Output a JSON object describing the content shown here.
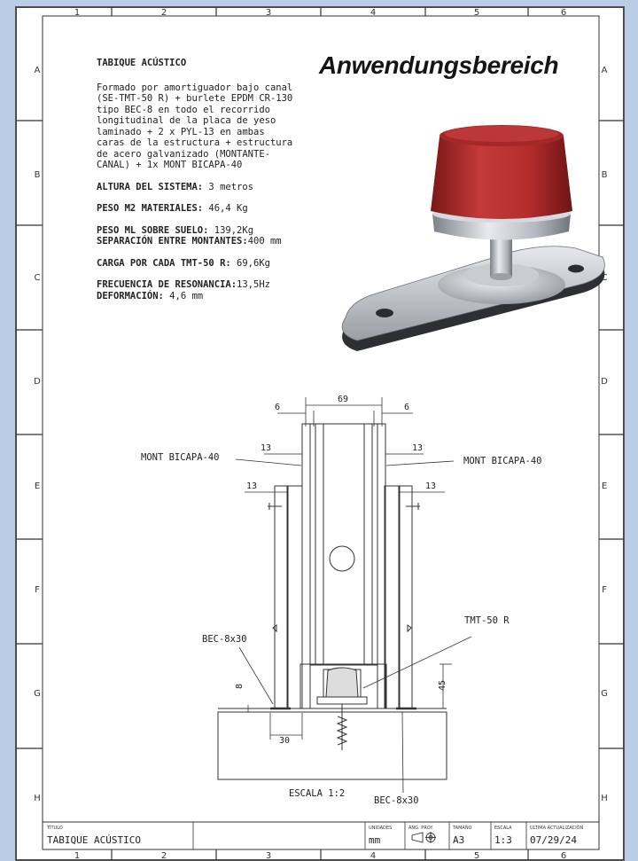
{
  "frame": {
    "columns": [
      "1",
      "2",
      "3",
      "4",
      "5",
      "6"
    ],
    "rows": [
      "A",
      "B",
      "C",
      "D",
      "E",
      "F",
      "G",
      "H"
    ]
  },
  "brand": "Anwendungsbereich",
  "notes": {
    "title": "TABIQUE ACÚSTICO",
    "intro_lines": [
      "Formado por amortiguador bajo canal",
      "(SE-TMT-50 R) + burlete EPDM CR-130",
      "tipo BEC-8 en todo el recorrido",
      "longitudinal de la placa de yeso",
      "laminado + 2 x PYL-13 en ambas",
      "caras de la estructura + estructura",
      "de acero galvanizado (MONTANTE-",
      "CANAL) + 1x MONT BICAPA-40"
    ],
    "altura_label": "ALTURA DEL SISTEMA:",
    "altura_value": " 3 metros",
    "peso_m2_label": "PESO M2 MATERIALES:",
    "peso_m2_value": " 46,4 Kg",
    "peso_ml_label": "PESO ML SOBRE SUELO:",
    "peso_ml_value": " 139,2Kg",
    "separacion_label": "SEPARACIÓN ENTRE MONTANTES:",
    "separacion_value": "400 mm",
    "carga_label": "CARGA POR CADA TMT-50 R:",
    "carga_value": " 69,6Kg",
    "frecuencia_label": "FRECUENCIA DE RESONANCIA:",
    "frecuencia_value": "13,5Hz",
    "deformacion_label": "DEFORMACIÓN:",
    "deformacion_value": " 4,6 mm"
  },
  "drawing": {
    "dim_69": "69",
    "dim_6_left": "6",
    "dim_6_right": "6",
    "dim_13_left_top": "13",
    "dim_13_right_top": "13",
    "dim_13_left_mid": "13",
    "dim_13_right_mid": "13",
    "dim_8": "8",
    "dim_45": "45",
    "dim_30": "30",
    "label_mont_left": "MONT BICAPA-40",
    "label_mont_right": "MONT BICAPA-40",
    "label_tmt": "TMT-50 R",
    "label_bec_left": "BEC-8x30",
    "label_bec_bottom": "BEC-8x30",
    "scale_note": "ESCALA 1:2"
  },
  "title_block": {
    "titulo_label": "TÍTULO",
    "titulo_value": "TABIQUE ACÚSTICO",
    "unidades_label": "UNIDADES",
    "unidades_value": "mm",
    "ang_label": "ÁNG. PROY.",
    "tamano_label": "TAMAÑO",
    "tamano_value": "A3",
    "escala_label": "ESCALA",
    "escala_value": "1:3",
    "fecha_label": "ÚLTIMA ACTUALIZACIÓN",
    "fecha_value": "07/29/24"
  },
  "colors": {
    "background": "#b9cde6",
    "mount_rubber": "#b02a2a",
    "metal": "#b8bcc2",
    "line": "#333333"
  },
  "icons": {
    "projection": "first-angle-projection-icon"
  }
}
